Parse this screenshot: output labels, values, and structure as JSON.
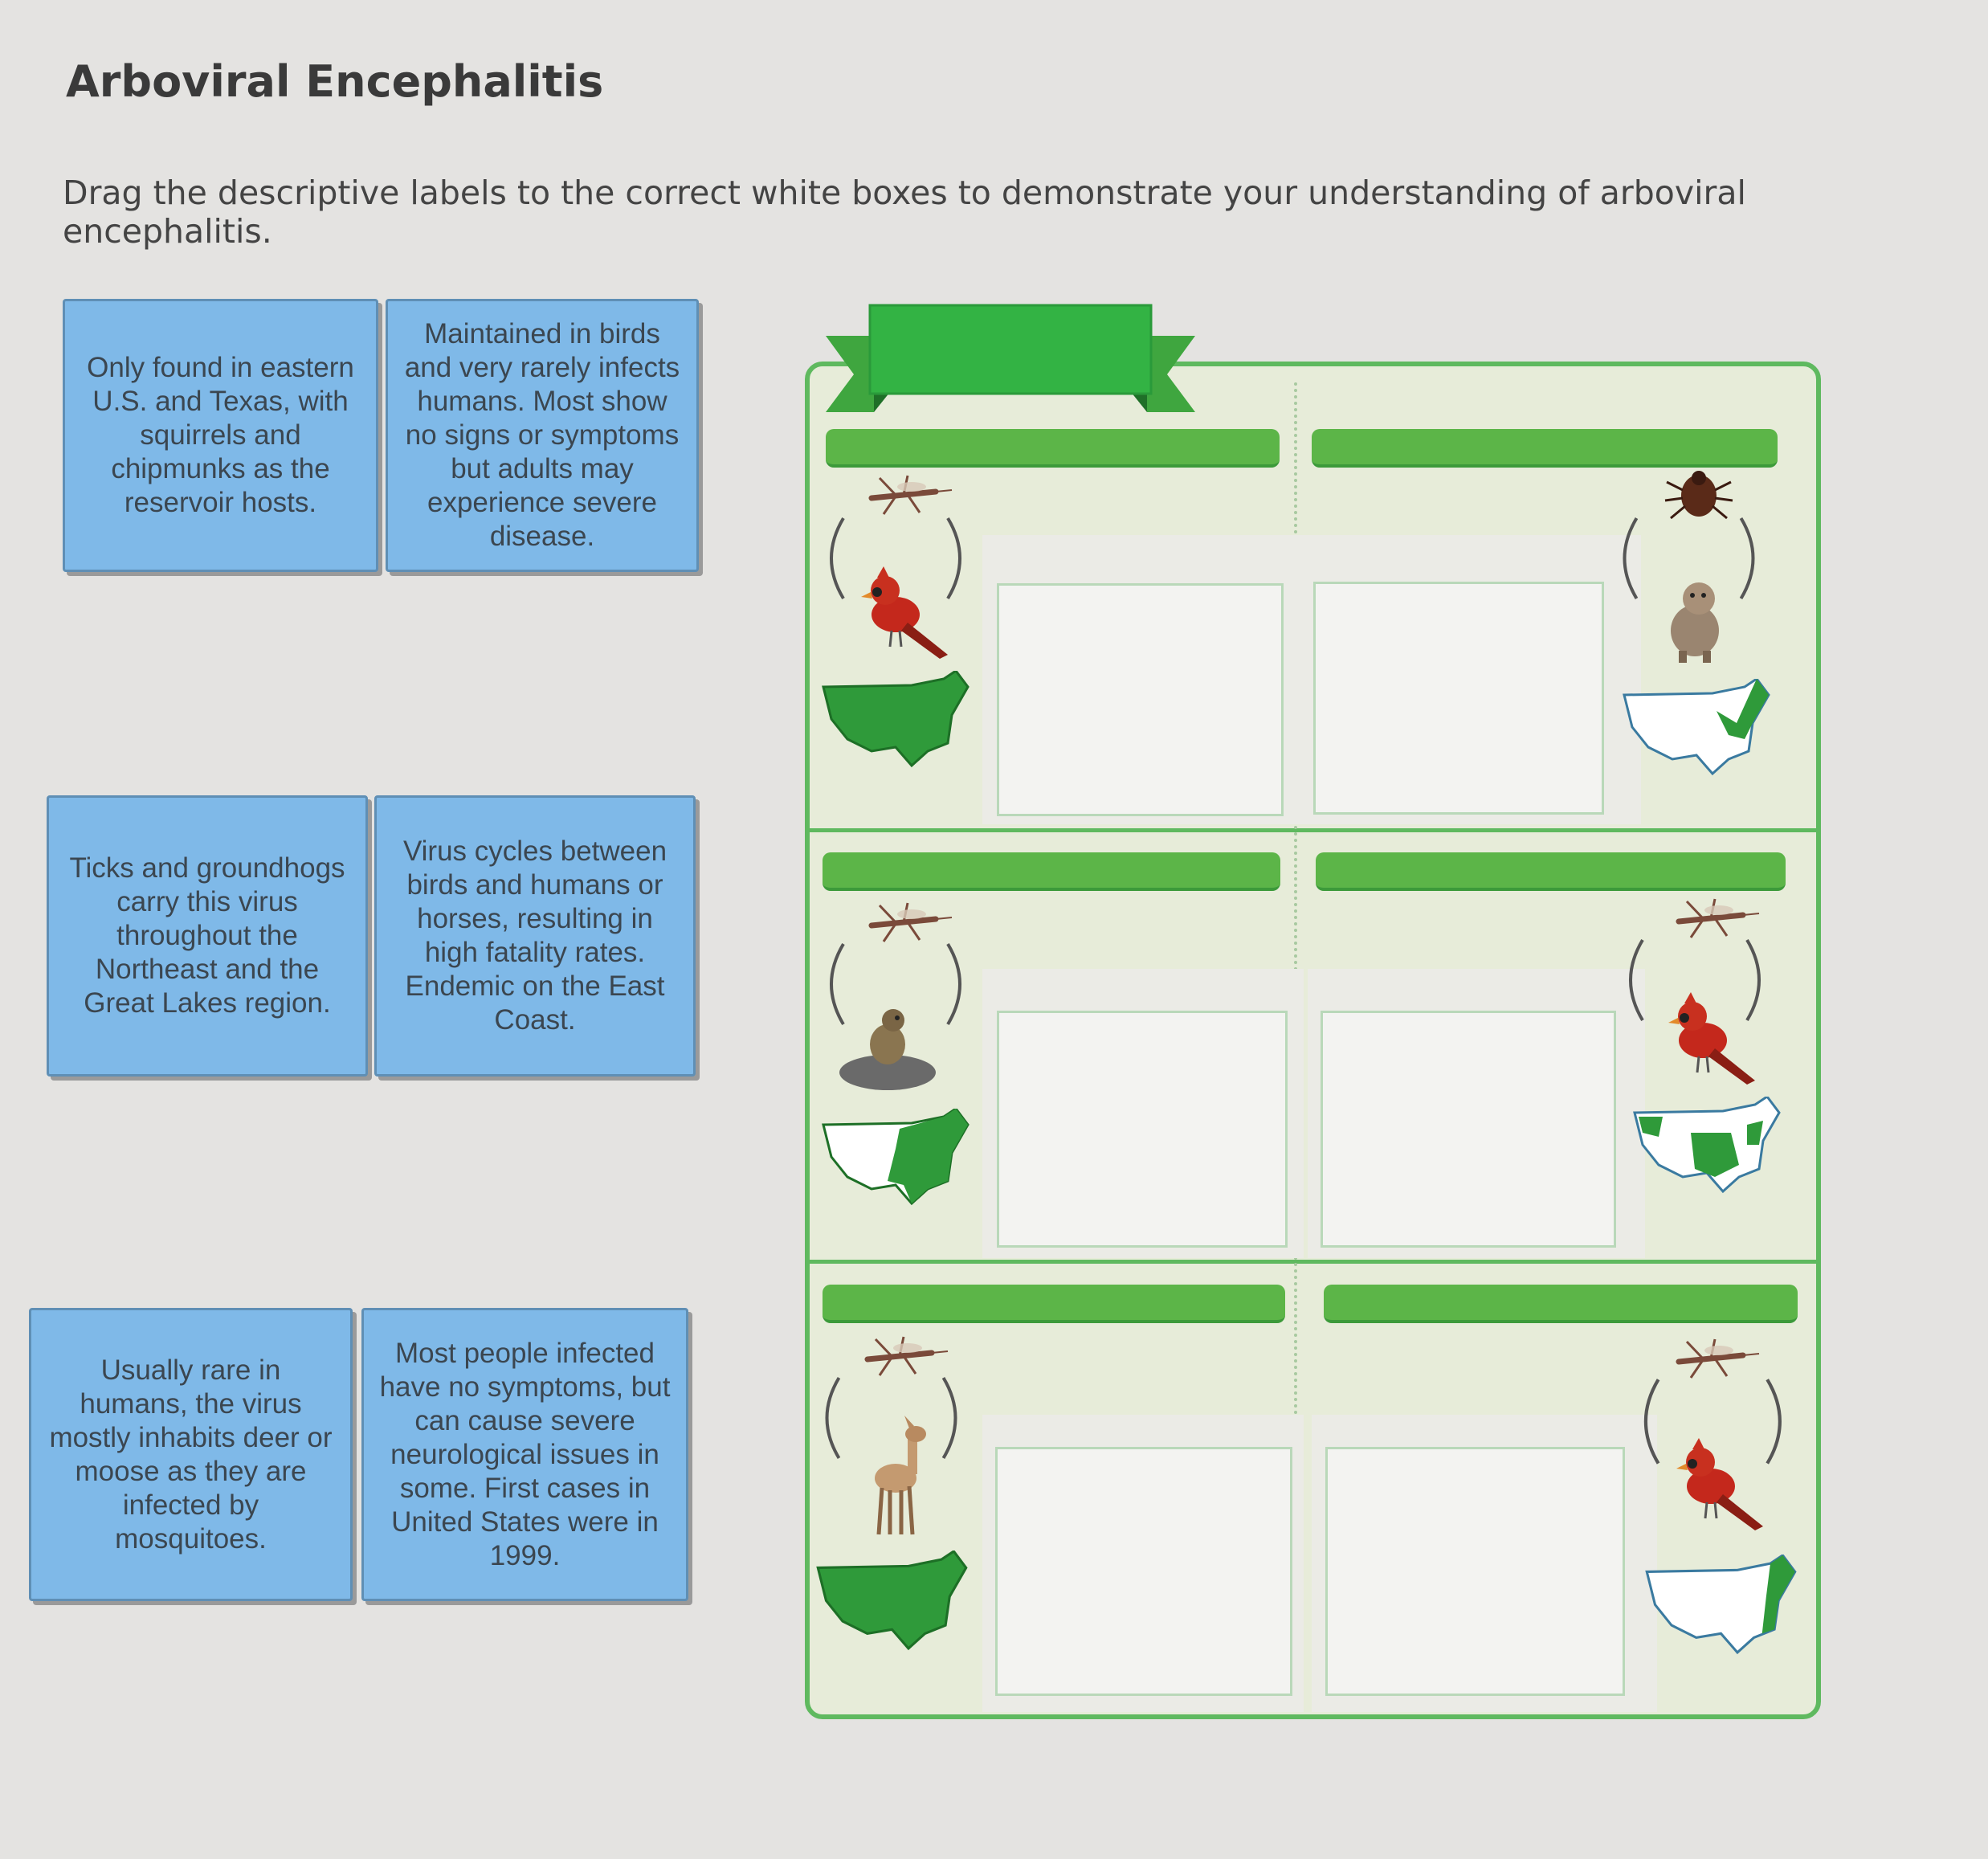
{
  "page": {
    "title": "Arboviral Encephalitis",
    "instruction": "Drag the descriptive labels to the correct white boxes to demonstrate your understanding of arboviral encephalitis."
  },
  "labels": [
    {
      "text": "Only found in eastern U.S. and Texas, with squirrels and chipmunks as the reservoir hosts."
    },
    {
      "text": "Maintained in birds and very rarely infects humans. Most show no signs or symptoms but adults may experience severe disease."
    },
    {
      "text": "Ticks and groundhogs carry this virus throughout the Northeast and the Great Lakes region."
    },
    {
      "text": "Virus cycles between birds and humans or horses, resulting in high fatality rates. Endemic on the East Coast."
    },
    {
      "text": "Usually rare in humans, the virus mostly inhabits deer or moose as they are infected by mosquitoes."
    },
    {
      "text": "Most people infected have no symptoms, but can cause severe neurological issues in some.  First cases in United States were in 1999."
    }
  ],
  "board": {
    "colors": {
      "green": "#5cb548",
      "dark_green": "#2f9a3a",
      "label_blue": "#7fb9e8"
    },
    "cells": [
      {
        "vector": "mosquito-icon",
        "host": "cardinal-bird-icon",
        "map": "us-map-full-icon"
      },
      {
        "vector": "tick-icon",
        "host": "squirrel-icon",
        "map": "us-map-east-icon"
      },
      {
        "vector": "mosquito-icon",
        "host": "groundhog-icon",
        "map": "us-map-east-icon"
      },
      {
        "vector": "mosquito-icon",
        "host": "cardinal-bird-icon",
        "map": "us-map-patches-icon"
      },
      {
        "vector": "mosquito-icon",
        "host": "deer-icon",
        "map": "us-map-full-icon"
      },
      {
        "vector": "mosquito-icon",
        "host": "cardinal-bird-icon",
        "map": "us-map-coast-icon"
      }
    ]
  }
}
